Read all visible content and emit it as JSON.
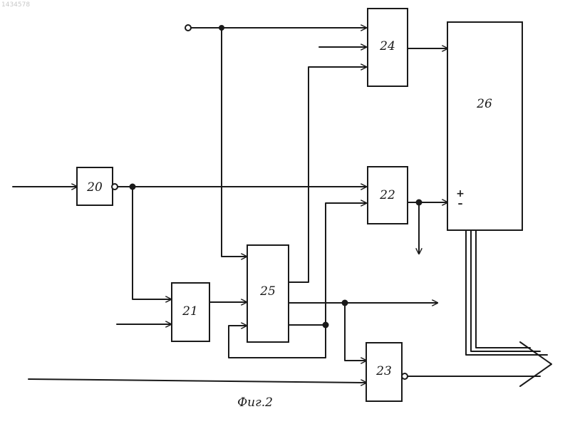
{
  "document": {
    "ghost_number": "1434578",
    "caption": "Фиг.2"
  },
  "blocks": {
    "b20": "20",
    "b21": "21",
    "b22": "22",
    "b23": "23",
    "b24": "24",
    "b25": "25",
    "b26": "26"
  },
  "b26_inputs": {
    "plus": "+",
    "minus": "–"
  },
  "colors": {
    "ink": "#1a1a1a",
    "paper": "#ffffff"
  }
}
